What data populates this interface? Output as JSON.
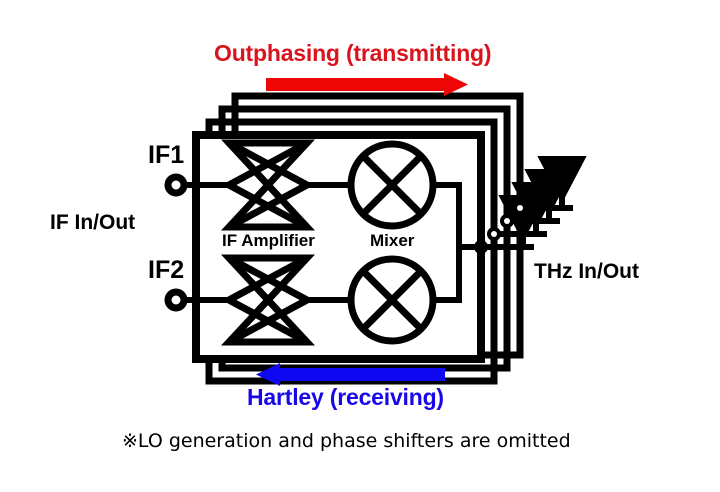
{
  "figure": {
    "title_top": "Outphasing (transmitting)",
    "title_bottom": "Hartley (receiving)",
    "footnote": "※LO generation and phase shifters are omitted"
  },
  "labels": {
    "if1": "IF1",
    "if2": "IF2",
    "if_in_out": "IF In/Out",
    "thz_in_out": "THz In/Out",
    "if_amplifier": "IF Amplifier",
    "mixer": "Mixer"
  },
  "colors": {
    "outphasing_red": "#d9141e",
    "arrow_red": "#ee0505",
    "hartley_blue": "#1808e8",
    "arrow_blue": "#1008f0",
    "ink": "#000000",
    "background": "#ffffff"
  },
  "diagram": {
    "type": "block-diagram",
    "description": "Stacked transceiver array block diagram",
    "stack_count": 4,
    "channels": 2,
    "components_per_channel": [
      "IF Amplifier",
      "Mixer"
    ],
    "antennas": 4,
    "flow_directions": {
      "transmit": "left-to-right",
      "receive": "right-to-left"
    }
  }
}
